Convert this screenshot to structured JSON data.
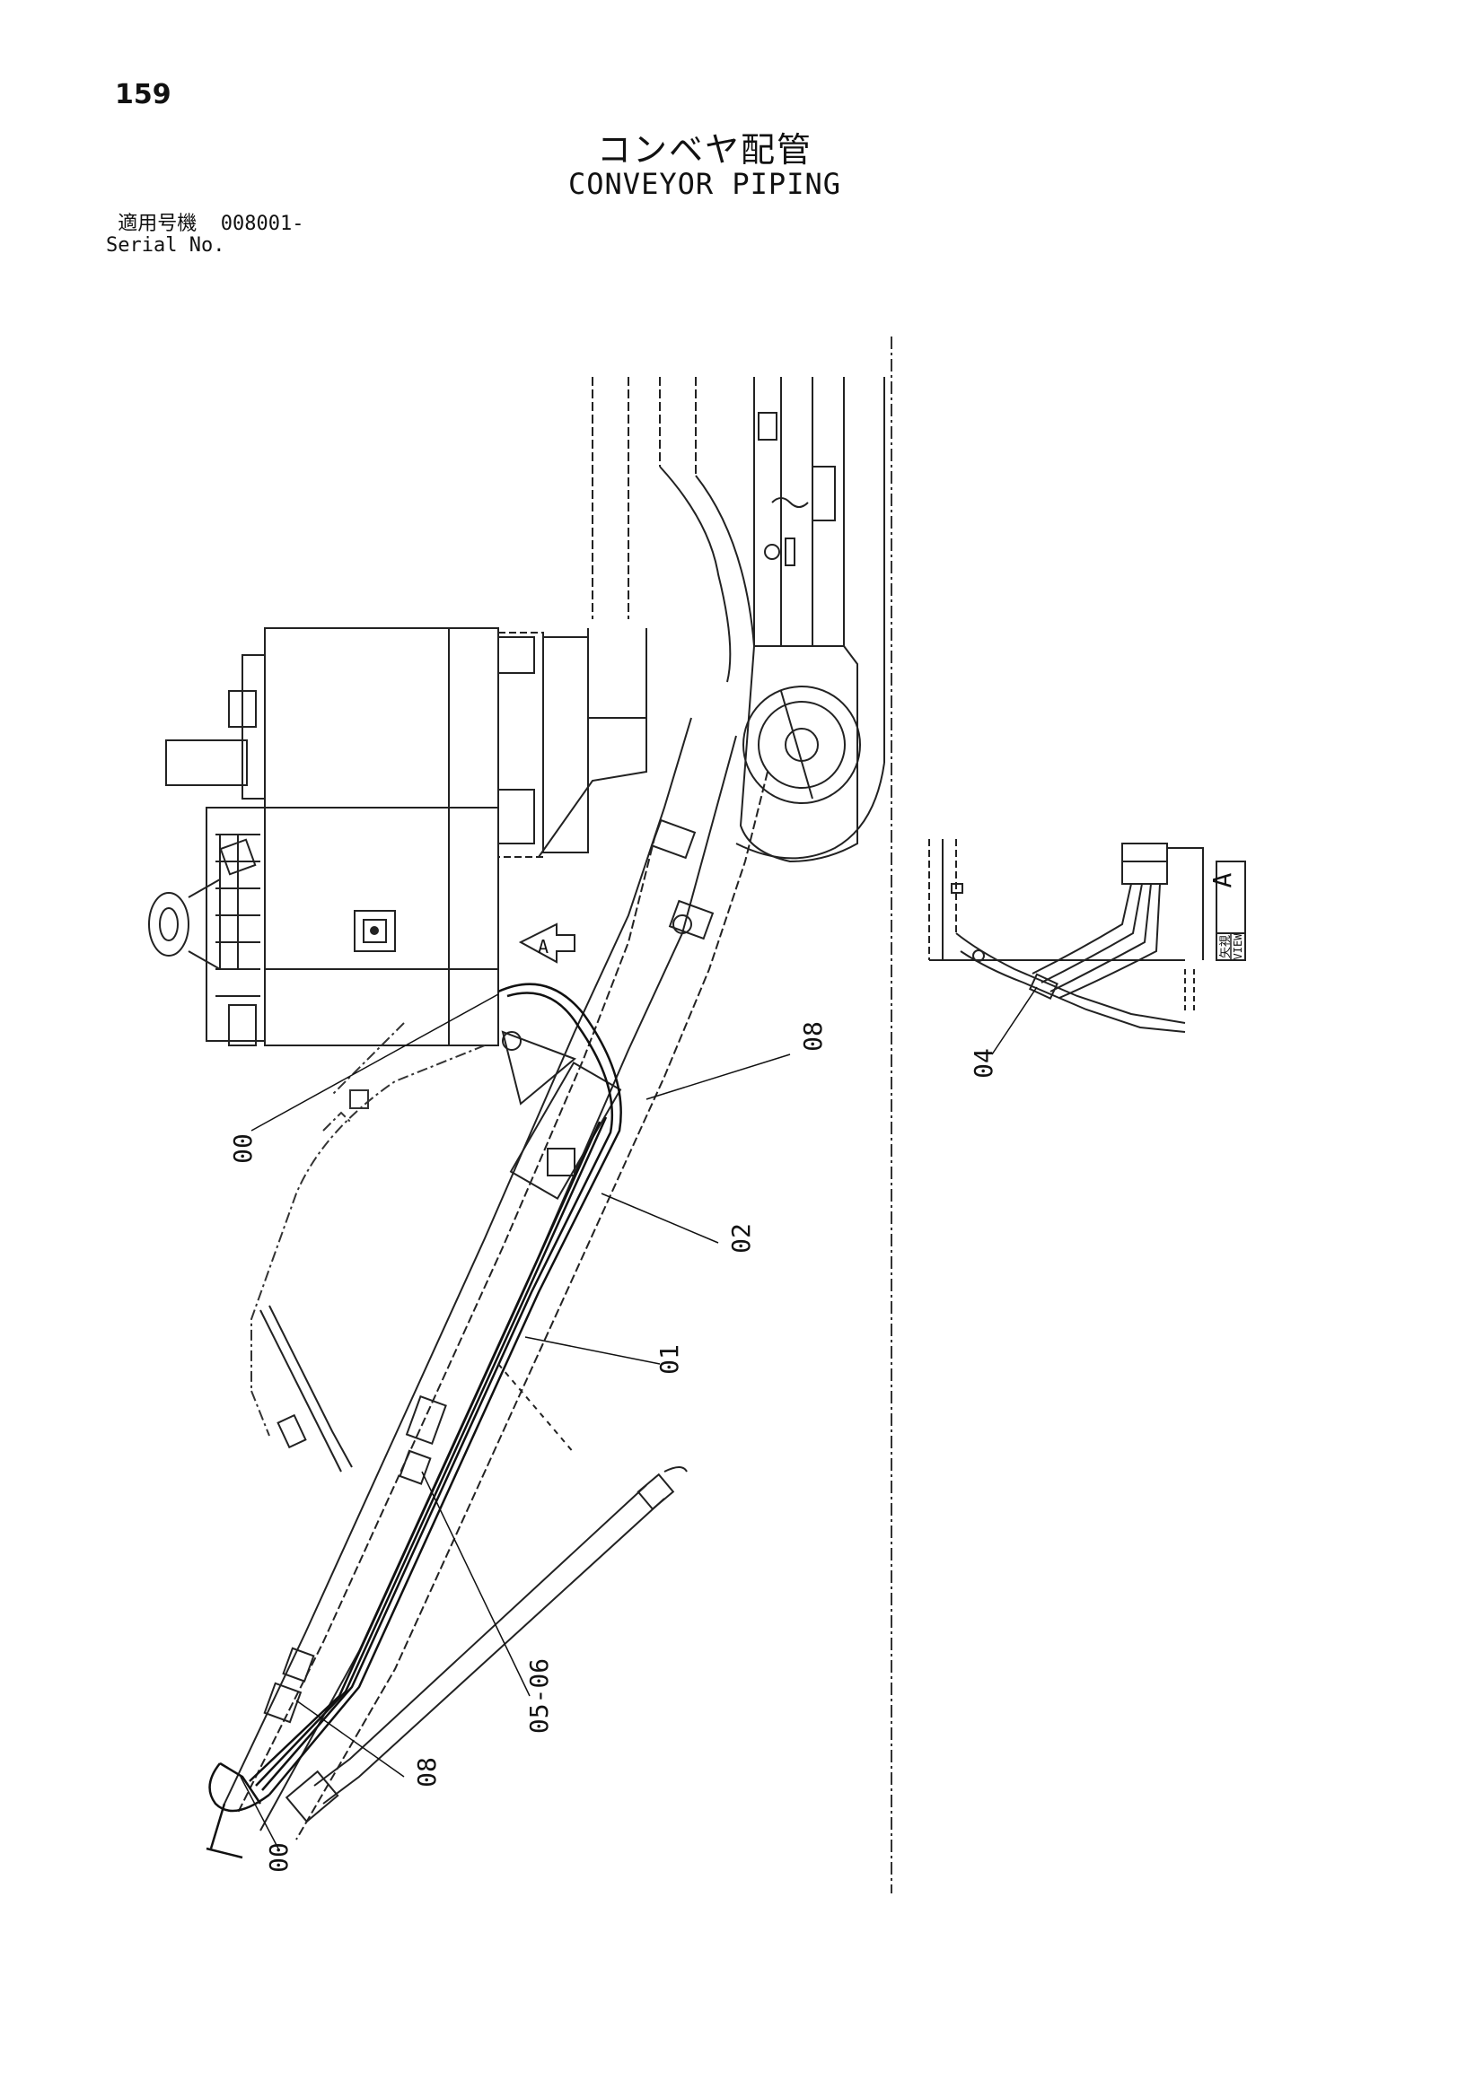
{
  "header": {
    "page_number": "159",
    "title_jp": "コンベヤ配管",
    "title_en": "CONVEYOR PIPING",
    "serial_label_jp": "適用号機",
    "serial_value": "008001-",
    "serial_label_en": "Serial No."
  },
  "callouts": {
    "c00_upper": "00",
    "c08_upper": "08",
    "c02": "02",
    "c01": "01",
    "c05_06": "05-06",
    "c08_lower": "08",
    "c00_lower": "00",
    "c04": "04"
  },
  "view_marker": {
    "letter": "A"
  },
  "view_label": {
    "jp": "矢視",
    "en": "VIEW",
    "letter": "A"
  }
}
